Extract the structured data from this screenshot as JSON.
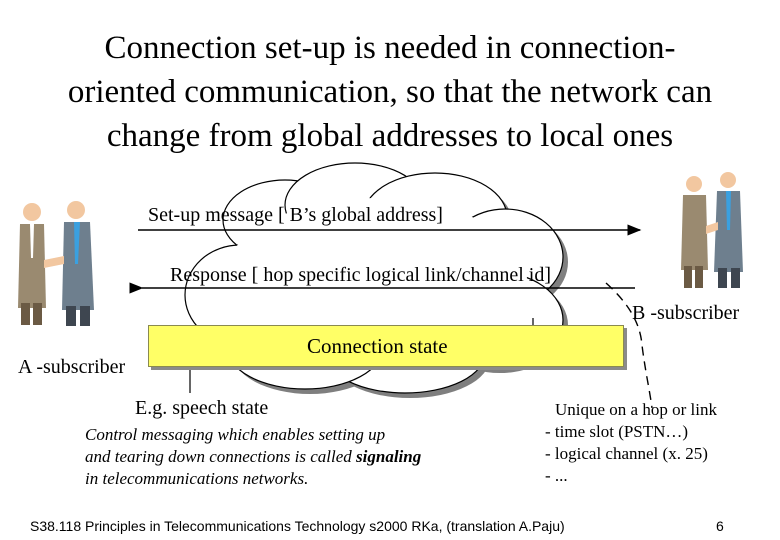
{
  "title": {
    "line1": "Connection set-up is needed in connection-",
    "line2": "oriented communication, so that the network can",
    "line3": "change from global addresses to local ones"
  },
  "messages": {
    "setup": "Set-up message [ B’s global address]",
    "response": "Response [ hop specific logical link/channel id]"
  },
  "subscribers": {
    "a": "A -subscriber",
    "b": "B -subscriber"
  },
  "state": {
    "box_label": "Connection state",
    "example": "E.g. speech state"
  },
  "note_signaling": {
    "line1": "Control messaging which enables setting up",
    "line2_prefix": "and  tearing down connections is called ",
    "line2_bold": "signaling",
    "line3": "in telecommunications networks."
  },
  "note_unique": {
    "line1": "Unique on a hop or link",
    "line2": "- time slot (PSTN…)",
    "line3": "- logical channel (x. 25)",
    "line4": "- ..."
  },
  "footer": {
    "course": "S38.118 Principles in Telecommunications Technology s2000 RKa,  (translation A.Paju)",
    "page": "6"
  },
  "colors": {
    "state_box": "#ffff66",
    "cloud_fill": "#ffffff",
    "cloud_shadow": "#7f7f7f"
  },
  "icons": [
    "handshake-figures-left",
    "handshake-figures-right"
  ]
}
